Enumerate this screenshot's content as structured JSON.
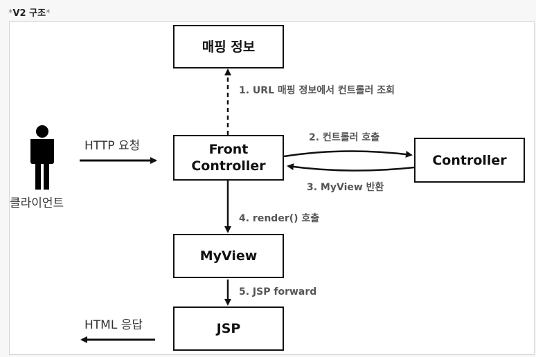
{
  "title": {
    "star_left": "*",
    "text": "V2 구조",
    "star_right": "*"
  },
  "boxes": {
    "mapping": "매핑 정보",
    "front_line1": "Front",
    "front_line2": "Controller",
    "controller": "Controller",
    "myview": "MyView",
    "jsp": "JSP"
  },
  "labels": {
    "step1": "1. URL 매핑 정보에서 컨트롤러 조회",
    "step2": "2. 컨트롤러 호출",
    "step3": "3. MyView 반환",
    "step4": "4. render() 호출",
    "step5": "5. JSP forward",
    "http_request": "HTTP 요청",
    "http_response": "HTML 응답",
    "client": "클라이언트"
  },
  "colors": {
    "stroke": "#111111",
    "label_text": "#555555"
  }
}
